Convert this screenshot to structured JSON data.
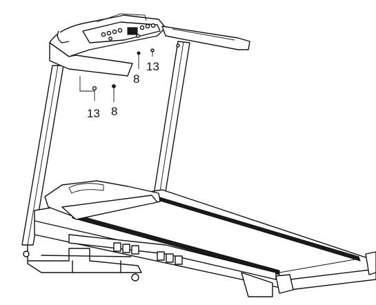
{
  "callouts": {
    "top_left_number": "8",
    "top_right_number": "13",
    "low_left_number": "13",
    "low_right_number": "8"
  }
}
